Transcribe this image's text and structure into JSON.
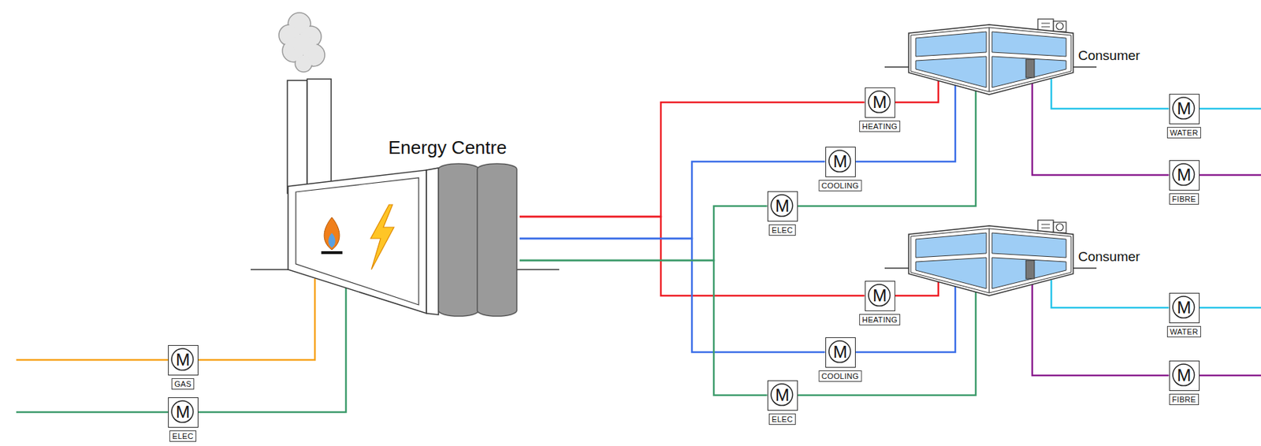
{
  "diagram": {
    "nodes": [
      {
        "text": [
          "Energy Centre"
        ]
      },
      {
        "text": [
          "Consumer"
        ]
      },
      {
        "text": [
          "M",
          "HEATING"
        ]
      },
      {
        "text": [
          "M",
          "WATER"
        ]
      },
      {
        "text": [
          "M",
          "COOLING"
        ]
      },
      {
        "text": [
          "M",
          "FIBRE"
        ]
      },
      {
        "text": [
          "M",
          "ELEC"
        ]
      },
      {
        "text": [
          "Consumer"
        ]
      },
      {
        "text": [
          "M",
          "HEATING"
        ]
      },
      {
        "text": [
          "M",
          "WATER"
        ]
      },
      {
        "text": [
          "M",
          "COOLING"
        ]
      },
      {
        "text": [
          "M",
          "FIBRE"
        ]
      },
      {
        "text": [
          "M",
          "ELEC"
        ]
      },
      {
        "text": [
          "M",
          "GAS"
        ]
      },
      {
        "text": [
          "M",
          "ELEC"
        ]
      }
    ],
    "edges": [
      {
        "from": 0,
        "to": 2,
        "arrow": "none"
      },
      {
        "from": 2,
        "to": 1,
        "arrow": "none"
      },
      {
        "from": 0,
        "to": 4,
        "arrow": "none"
      },
      {
        "from": 4,
        "to": 1,
        "arrow": "none"
      },
      {
        "from": 0,
        "to": 6,
        "arrow": "none"
      },
      {
        "from": 6,
        "to": 1,
        "arrow": "none"
      },
      {
        "from": 1,
        "to": 3,
        "arrow": "none"
      },
      {
        "from": 1,
        "to": 5,
        "arrow": "none"
      },
      {
        "from": 0,
        "to": 8,
        "arrow": "none"
      },
      {
        "from": 8,
        "to": 7,
        "arrow": "none"
      },
      {
        "from": 0,
        "to": 10,
        "arrow": "none"
      },
      {
        "from": 10,
        "to": 7,
        "arrow": "none"
      },
      {
        "from": 0,
        "to": 12,
        "arrow": "none"
      },
      {
        "from": 12,
        "to": 7,
        "arrow": "none"
      },
      {
        "from": 7,
        "to": 9,
        "arrow": "none"
      },
      {
        "from": 7,
        "to": 11,
        "arrow": "none"
      },
      {
        "from": 13,
        "to": 0,
        "arrow": "none"
      },
      {
        "from": 14,
        "to": 0,
        "arrow": "none"
      }
    ]
  }
}
